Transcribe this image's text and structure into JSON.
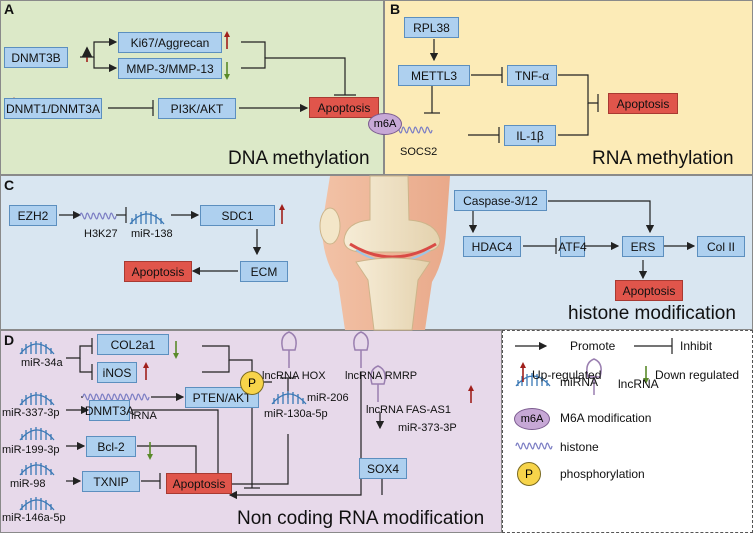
{
  "panels": {
    "a": {
      "letter": "A",
      "title": "DNA methylation",
      "dnmt3b": "DNMT3B",
      "ki67": "Ki67/Aggrecan",
      "mmp": "MMP-3/MMP-13",
      "dnmt1": "DNMT1/DNMT3A",
      "pi3k": "PI3K/AKT",
      "apoptosis": "Apoptosis"
    },
    "b": {
      "letter": "B",
      "title": "RNA methylation",
      "rpl38": "RPL38",
      "mettl3": "METTL3",
      "tnf": "TNF-α",
      "apoptosis": "Apoptosis",
      "m6a": "m6A",
      "il1b": "IL-1β",
      "socs2": "SOCS2"
    },
    "c": {
      "letter": "C",
      "title": "histone modification",
      "ezh2": "EZH2",
      "h3k27": "H3K27",
      "mir138": "miR-138",
      "sdc1": "SDC1",
      "ecm": "ECM",
      "apoptosis": "Apoptosis",
      "caspase": "Caspase-3/12",
      "hdac4": "HDAC4",
      "atf4": "ATF4",
      "ers": "ERS",
      "col2": "Col II",
      "apoptosis2": "Apoptosis"
    },
    "d": {
      "letter": "D",
      "title": "Non coding RNA modification",
      "mir34a": "miR-34a",
      "col2a1": "COL2a1",
      "inos": "iNOS",
      "mir337": "miR-337-3p",
      "pten_mrna": "PTEN mRNA",
      "pten_akt": "PTEN/AKT",
      "p": "P",
      "mir199": "miR-199-3p",
      "dnmt3a": "DNMT3A",
      "mir98": "miR-98",
      "bcl2": "Bcl-2",
      "mir146": "miR-146a-5p",
      "txnip": "TXNIP",
      "apoptosis": "Apoptosis",
      "lnc_hox": "lncRNA HOX",
      "lnc_rmrp": "lncRNA RMRP",
      "mir206": "miR-206",
      "mir130": "miR-130a-5p",
      "lnc_fas": "lncRNA FAS-AS1",
      "mir373": "miR-373-3P",
      "sox4": "SOX4"
    }
  },
  "legend": {
    "promote": "Promote",
    "inhibit": "Inhibit",
    "up": "Up-regulated",
    "down": "Down regulated",
    "mirna": "miRNA",
    "lncrna": "lncRNA",
    "m6a_icon": "m6A",
    "m6a": "M6A modification",
    "histone": "histone",
    "p_icon": "P",
    "phos": "phosphorylation"
  },
  "colors": {
    "panel_a": "#dce9c8",
    "panel_b": "#fcebb7",
    "panel_c": "#d9e6f1",
    "panel_d": "#e7d9ea",
    "box": "#aed0ef",
    "apoptosis": "#e0554b",
    "up_arrow": "#a0201c",
    "down_arrow": "#5a8a2a",
    "mirna": "#3a78b5",
    "lncrna": "#9a7fb0",
    "m6a": "#c7a8d6",
    "phospho": "#f7d44a"
  }
}
